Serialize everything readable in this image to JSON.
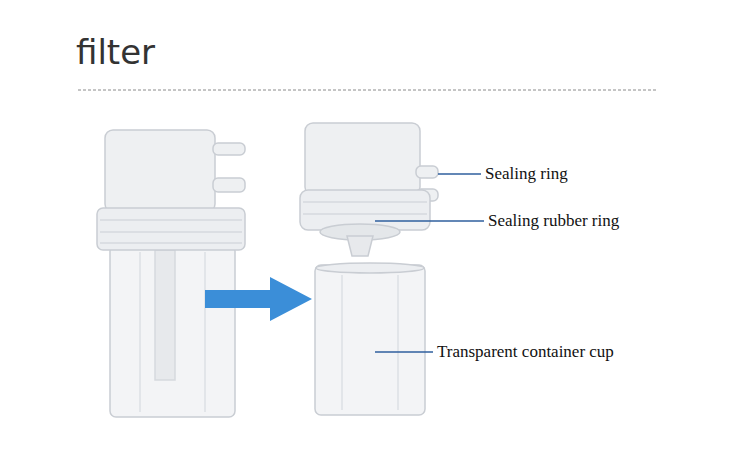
{
  "diagram": {
    "title": "filter",
    "labels": [
      "Sealing ring",
      "Sealing rubber ring",
      "Transparent container cup"
    ]
  }
}
